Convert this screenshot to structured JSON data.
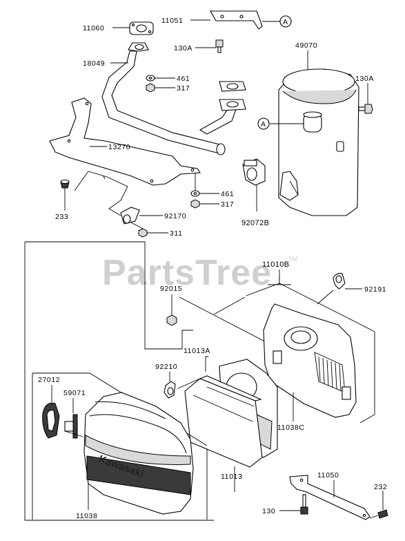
{
  "watermark": {
    "text": "PartsTree",
    "tm": "TM"
  },
  "callouts": {
    "a1": "A",
    "a2": "A"
  },
  "brand": "Kawasaki",
  "labels": {
    "p11060": "11060",
    "p11051": "11051",
    "p130A_top": "130A",
    "p49070": "49070",
    "p18049": "18049",
    "p461_top": "461",
    "p317_top": "317",
    "p130A_right": "130A",
    "p13270": "13270",
    "p461_mid": "461",
    "p317_mid": "317",
    "p233": "233",
    "p92170": "92170",
    "p311": "311",
    "p92072B": "92072B",
    "p11010B": "11010B",
    "p92015": "92015",
    "p92191": "92191",
    "p11013A": "11013A",
    "p92210": "92210",
    "p27012": "27012",
    "p59071": "59071",
    "p11038C": "11038C",
    "p11013": "11013",
    "p11050": "11050",
    "p232": "232",
    "p130_bottom": "130",
    "p11038": "11038"
  }
}
